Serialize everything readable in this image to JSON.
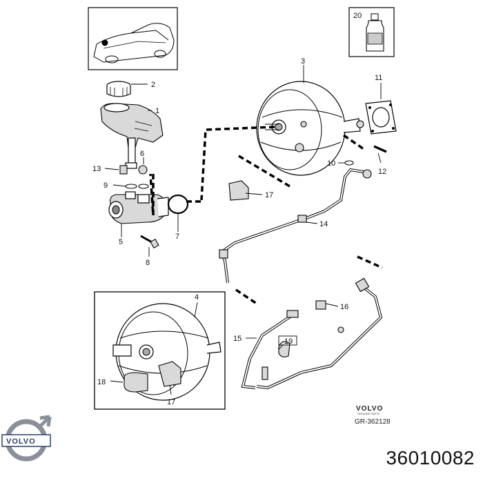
{
  "callouts": [
    {
      "n": "1"
    },
    {
      "n": "2"
    },
    {
      "n": "3"
    },
    {
      "n": "4"
    },
    {
      "n": "5"
    },
    {
      "n": "6"
    },
    {
      "n": "7"
    },
    {
      "n": "8"
    },
    {
      "n": "9"
    },
    {
      "n": "10"
    },
    {
      "n": "11"
    },
    {
      "n": "12"
    },
    {
      "n": "13"
    },
    {
      "n": "14"
    },
    {
      "n": "15"
    },
    {
      "n": "16"
    },
    {
      "n": "17"
    },
    {
      "n": "17"
    },
    {
      "n": "18"
    },
    {
      "n": "19"
    },
    {
      "n": "20"
    }
  ],
  "brand": {
    "wordmark": "VOLVO",
    "tagline": "GENUINE PARTS",
    "reference": "GR-362128"
  },
  "logo": {
    "wordmark": "VOLVO",
    "icon": "volvo-iron-mark-icon"
  },
  "part_number": "36010082",
  "colors": {
    "logo_ring": "#8a8f99",
    "logo_band": "#2a3f6a",
    "line": "#000000"
  }
}
